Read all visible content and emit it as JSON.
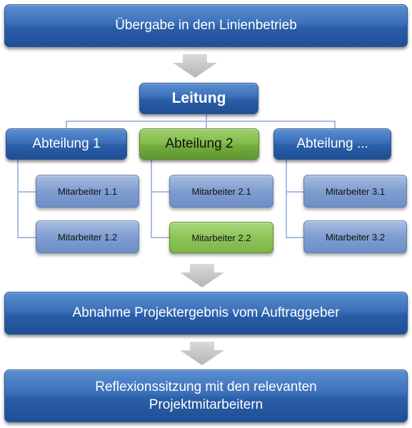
{
  "header": {
    "title": "Übergabe in den Linienbetrieb"
  },
  "org_chart": {
    "head": "Leitung",
    "departments": [
      {
        "label": "Abteilung 1",
        "employees": [
          "Mitarbeiter 1.1",
          "Mitarbeiter 1.2"
        ]
      },
      {
        "label": "Abteilung 2",
        "employees": [
          "Mitarbeiter 2.1",
          "Mitarbeiter 2.2"
        ]
      },
      {
        "label": "Abteilung ...",
        "employees": [
          "Mitarbeiter 3.1",
          "Mitarbeiter 3.2"
        ]
      }
    ],
    "highlighted": [
      "Abteilung 2",
      "Mitarbeiter 2.2"
    ]
  },
  "steps": {
    "acceptance": "Abnahme Projektergebnis vom Auftraggeber",
    "reflection_line1": "Reflexionssitzung mit den relevanten",
    "reflection_line2": "Projektmitarbeitern"
  },
  "colors": {
    "primary_blue": "#2a5ea8",
    "highlight_green": "#84bd4e",
    "sub_blue": "#7f9dd0",
    "arrow_gray": "#c8c8c8",
    "connector": "#a9bde0"
  }
}
